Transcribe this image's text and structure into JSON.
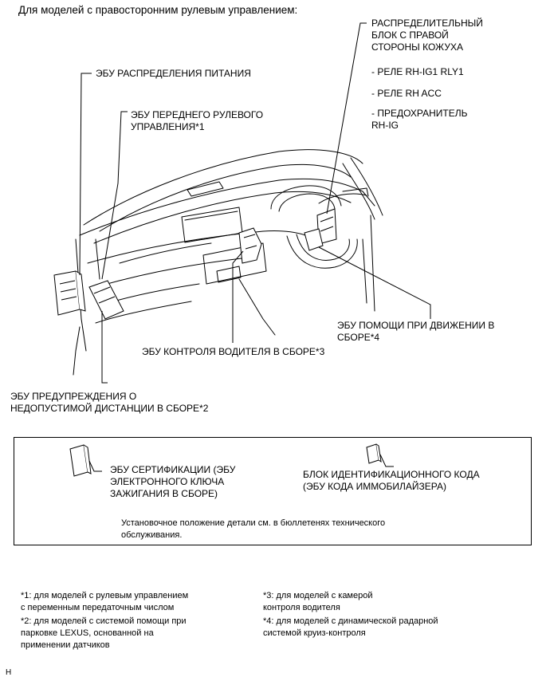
{
  "heading": "Для моделей с правосторонним рулевым управлением:",
  "labels": {
    "power_ecu": "ЭБУ РАСПРЕДЕЛЕНИЯ ПИТАНИЯ",
    "front_steering_ecu": "ЭБУ ПЕРЕДНЕГО РУЛЕВОГО\nУПРАВЛЕНИЯ*1",
    "junction_block_title": "РАСПРЕДЕЛИТЕЛЬНЫЙ\nБЛОК С ПРАВОЙ\nСТОРОНЫ КОЖУХА",
    "junction_item_1": "- РЕЛЕ RH-IG1 RLY1",
    "junction_item_2": "- РЕЛЕ RH ACC",
    "junction_item_3": "- ПРЕДОХРАНИТЕЛЬ\nRH-IG",
    "drive_assist_ecu": "ЭБУ ПОМОЩИ ПРИ ДВИЖЕНИИ В\nСБОРЕ*4",
    "driver_monitor_ecu": "ЭБУ КОНТРОЛЯ ВОДИТЕЛЯ В СБОРЕ*3",
    "distance_warning_ecu": "ЭБУ ПРЕДУПРЕЖДЕНИЯ О\nНЕДОПУСТИМОЙ ДИСТАНЦИИ В СБОРЕ*2"
  },
  "box": {
    "certification_ecu": "ЭБУ СЕРТИФИКАЦИИ (ЭБУ\nЭЛЕКТРОННОГО КЛЮЧА\nЗАЖИГАНИЯ В СБОРЕ)",
    "id_code_box": "БЛОК ИДЕНТИФИКАЦИОННОГО КОДА\n(ЭБУ КОДА ИММОБИЛАЙЗЕРА)",
    "note": "Установочное положение детали см. в бюллетенях технического\nобслуживания."
  },
  "footnotes": {
    "fn1": "*1: для моделей с рулевым управлением\nс переменным передаточным числом",
    "fn2": "*2: для моделей с системой помощи при\nпарковке LEXUS, основанной на\nприменении датчиков",
    "fn3": "*3: для моделей с камерой\nконтроля водителя",
    "fn4": "*4: для моделей с динамической радарной\nсистемой круиз-контроля"
  },
  "corner_mark": "H"
}
